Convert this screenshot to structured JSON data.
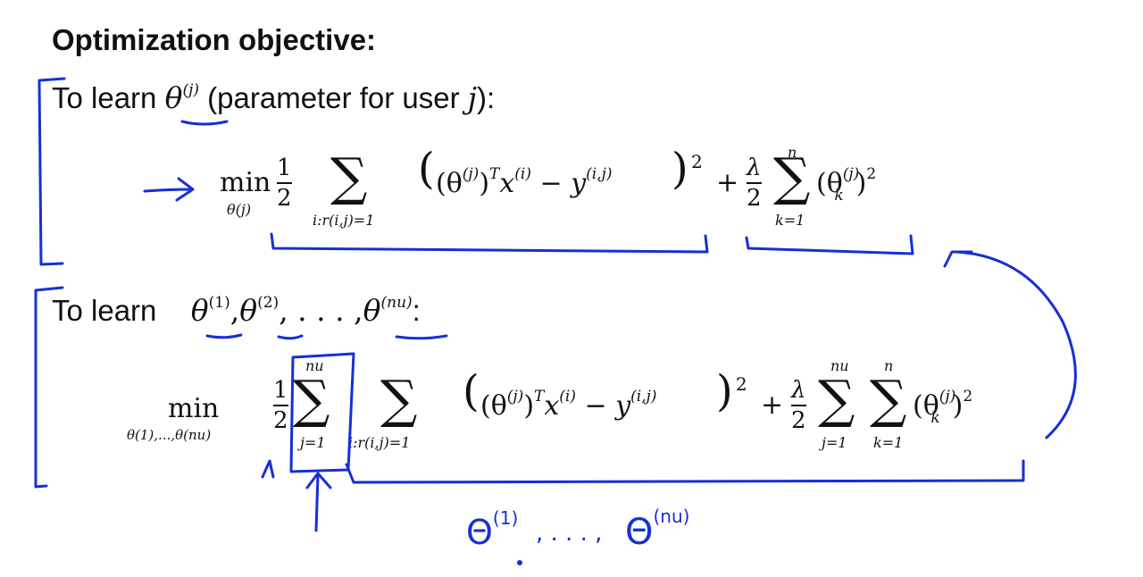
{
  "slide": {
    "title": "Optimization objective:",
    "line1": {
      "prefix": "To learn",
      "theta": "θ",
      "theta_sup": "(j)",
      "middle": "(parameter for user",
      "var": "j",
      "suffix": "):"
    },
    "line2": {
      "prefix": "To learn",
      "t": "θ",
      "s1": "(1)",
      "sep1": ",",
      "s2": "(2)",
      "sep2": ", . . . ,",
      "s3": "(nu)",
      "suffix": ":"
    },
    "eq1": {
      "min": "min",
      "min_sub": "θ(j)",
      "half_num": "1",
      "half_den": "2",
      "sum": "∑",
      "sum_sub": "i:r(i,j)=1",
      "lparen": "(",
      "term_a": "(θ",
      "term_a_sup": "(j)",
      "term_b": ")",
      "term_b_sup": "T",
      "term_c": "x",
      "term_c_sup": "(i)",
      "minus": " − ",
      "term_d": "y",
      "term_d_sup": "(i,j)",
      "rparen": ")",
      "sq": "2",
      "plus": "+",
      "lambda": "λ",
      "lambda_den": "2",
      "reg_sum": "∑",
      "reg_top": "n",
      "reg_sub": "k=1",
      "reg_term": "(θ",
      "reg_sup": "(j)",
      "reg_k": "k",
      "reg_close": ")",
      "reg_sq": "2"
    },
    "eq2": {
      "min": "min",
      "min_sub": "θ(1),...,θ(nu)",
      "half_num": "1",
      "half_den": "2",
      "sum_j": "∑",
      "sum_j_top": "nu",
      "sum_j_sub": "j=1",
      "sum_i": "∑",
      "sum_i_sub": "i:r(i,j)=1",
      "lparen": "(",
      "term_a": "(θ",
      "term_a_sup": "(j)",
      "term_b": ")",
      "term_b_sup": "T",
      "term_c": "x",
      "term_c_sup": "(i)",
      "minus": " − ",
      "term_d": "y",
      "term_d_sup": "(i,j)",
      "rparen": ")",
      "sq": "2",
      "plus": "+",
      "lambda": "λ",
      "lambda_den": "2",
      "reg_sum1": "∑",
      "reg_sum1_top": "nu",
      "reg_sum1_sub": "j=1",
      "reg_sum2": "∑",
      "reg_sum2_top": "n",
      "reg_sum2_sub": "k=1",
      "reg_term": "(θ",
      "reg_sup": "(j)",
      "reg_k": "k",
      "reg_close": ")",
      "reg_sq": "2"
    }
  },
  "annotation": {
    "theta1": "Θ",
    "theta1_sup": "(1)",
    "dots": ", . . . ,",
    "theta2": "Θ",
    "theta2_sup": "(nu)"
  },
  "colors": {
    "ink": "#1530d6",
    "text": "#111111",
    "background": "#ffffff"
  }
}
